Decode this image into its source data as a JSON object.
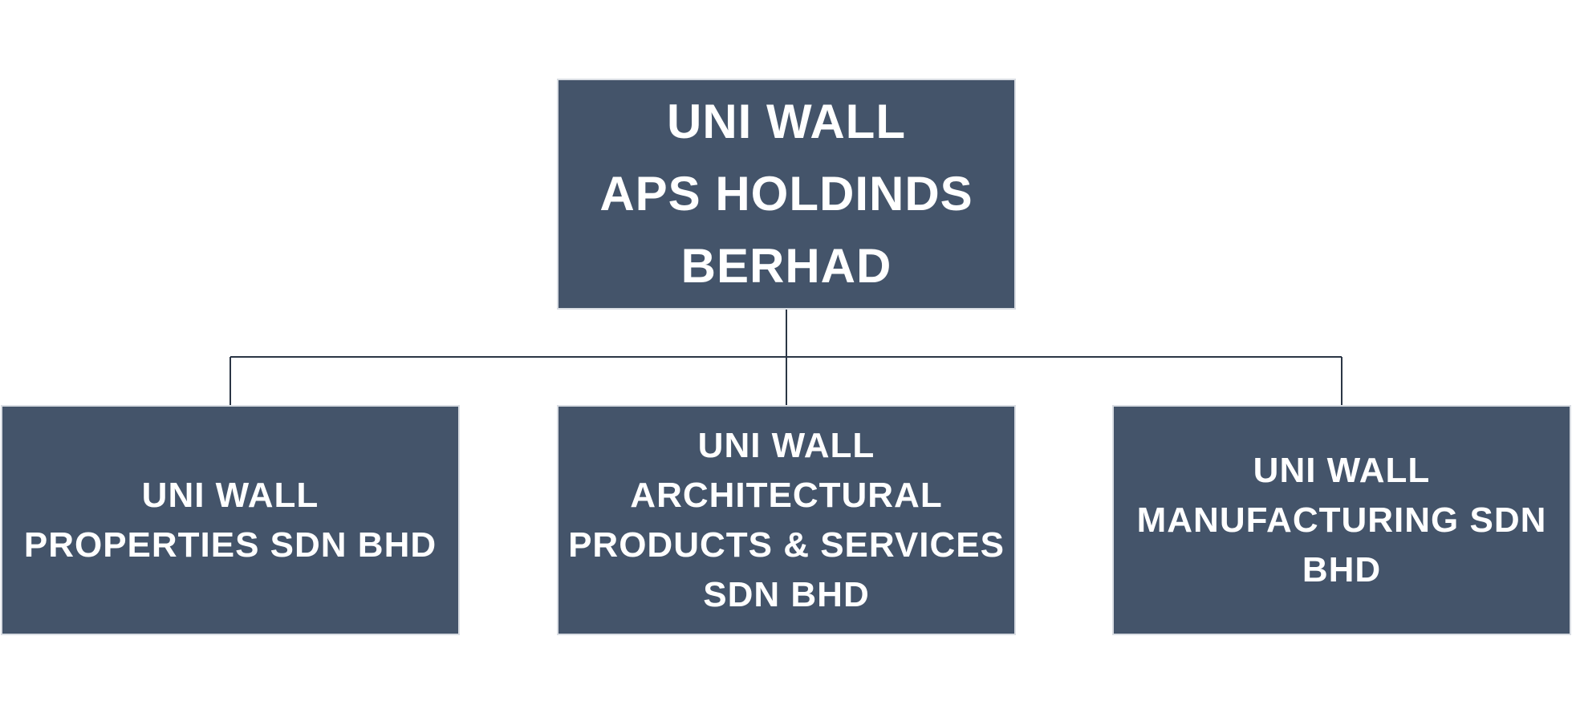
{
  "org_chart": {
    "root": {
      "label": "UNI WALL\nAPS HOLDINDS\nBERHAD"
    },
    "children": [
      {
        "label": "UNI WALL\nPROPERTIES SDN BHD"
      },
      {
        "label": "UNI WALL\nARCHITECTURAL\nPRODUCTS & SERVICES\nSDN BHD"
      },
      {
        "label": "UNI WALL\nMANUFACTURING SDN\nBHD"
      }
    ]
  },
  "colors": {
    "node_fill": "#44546a",
    "node_border": "#d9dde3",
    "node_text": "#ffffff",
    "connector": "#2b3645",
    "background": "#ffffff"
  }
}
